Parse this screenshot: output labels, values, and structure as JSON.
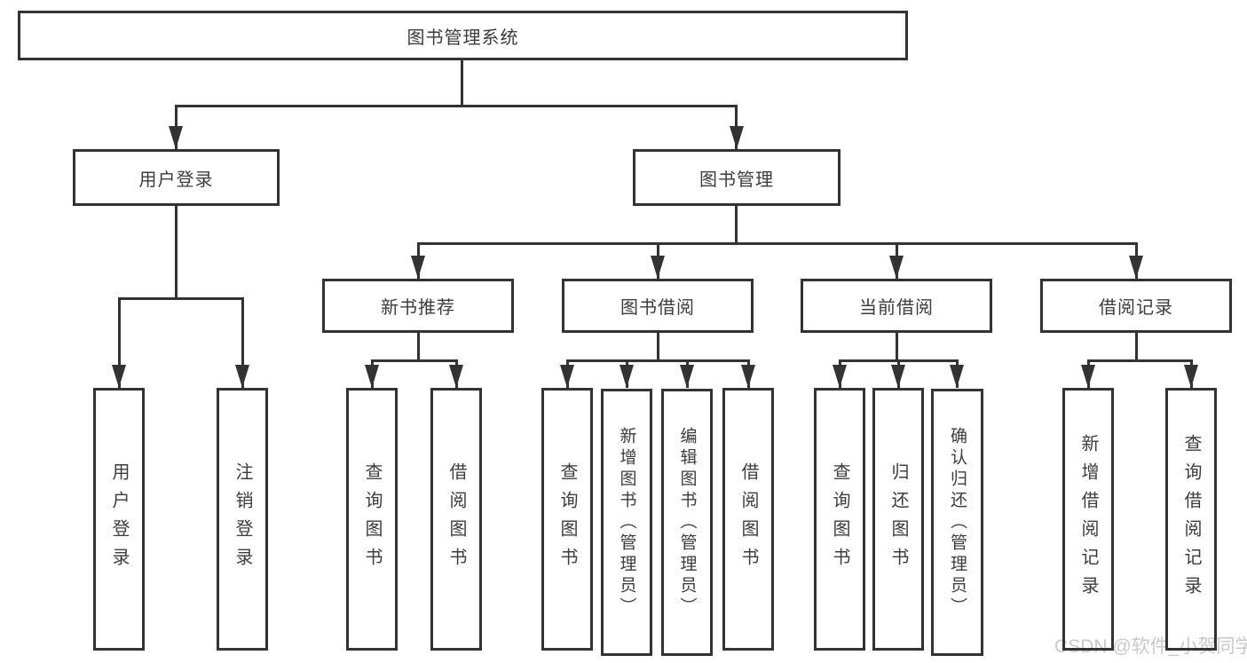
{
  "nodes": {
    "root": "图书管理系统",
    "user_login": "用户登录",
    "book_mgmt": "图书管理",
    "new_book_rec": "新书推荐",
    "book_borrow": "图书借阅",
    "current_borrow": "当前借阅",
    "borrow_records": "借阅记录",
    "leaf_user_login": "用户登录",
    "leaf_logout": "注销登录",
    "leaf_nb_query": "查询图书",
    "leaf_nb_borrow": "借阅图书",
    "leaf_bb_query": "查询图书",
    "leaf_bb_add": "新增图书（管理员）",
    "leaf_bb_edit": "编辑图书（管理员）",
    "leaf_bb_borrow": "借阅图书",
    "leaf_cb_query": "查询图书",
    "leaf_cb_return": "归还图书",
    "leaf_cb_confirm": "确认归还（管理员）",
    "leaf_br_add": "新增借阅记录",
    "leaf_br_query": "查询借阅记录"
  },
  "watermark": {
    "text": "CSDN @软件_小贺同学"
  },
  "colors": {
    "line": "#333333",
    "text": "#3c3c3c",
    "watermark": "#c9c9c9",
    "background": "#ffffff"
  }
}
